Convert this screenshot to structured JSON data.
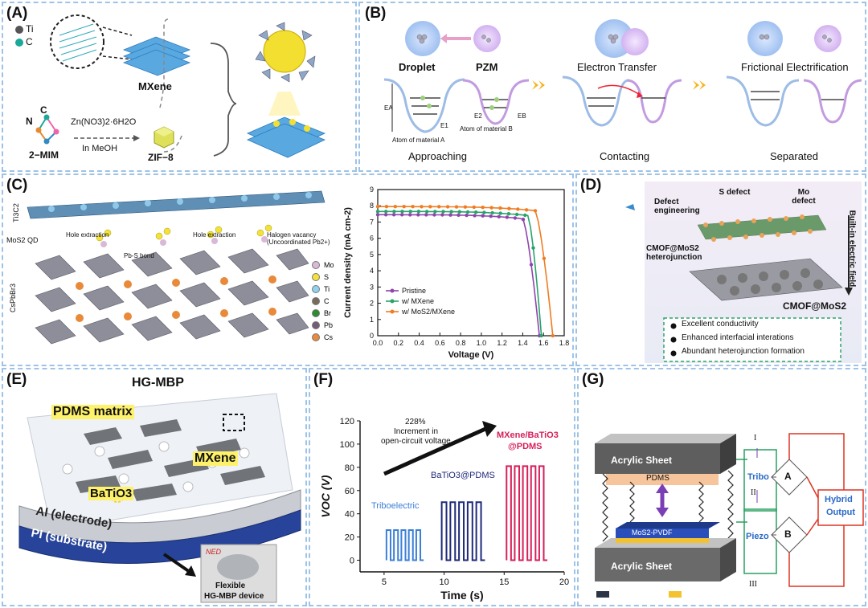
{
  "panels": {
    "A": {
      "label": "(A)",
      "ti": "Ti",
      "c": "C",
      "mxene": "MXene",
      "n": "N",
      "c2": "C",
      "reagent": "Zn(NO3)2·6H2O",
      "solvent": "In MeOH",
      "mim": "2−MIM",
      "zif": "ZIF−8"
    },
    "B": {
      "label": "(B)",
      "droplet": "Droplet",
      "pzm": "PZM",
      "electron_transfer": "Electron Transfer",
      "frictional": "Frictional Electrification",
      "atom_a": "Atom of material A",
      "atom_b": "Atom of material B",
      "approaching": "Approaching",
      "contacting": "Contacting",
      "separated": "Separated",
      "ea": "EA",
      "e1": "E1",
      "e2": "E2",
      "eb": "EB"
    },
    "C": {
      "label": "(C)",
      "ti3c2": "Ti3C2",
      "mos2qd": "MoS2 QD",
      "cspbbr3": "CsPbBr3",
      "hole1": "Hole extraction",
      "hole2": "Hole extraction",
      "pbs": "Pb-S bond",
      "halogen": "Halogen vacancy (Uncoordinated Pb2+)",
      "legend": [
        {
          "name": "Mo",
          "color": "#d9b8d8"
        },
        {
          "name": "S",
          "color": "#f2e23a"
        },
        {
          "name": "Ti",
          "color": "#8fd3ef"
        },
        {
          "name": "C",
          "color": "#7a6a5a"
        },
        {
          "name": "Br",
          "color": "#2e8b2e"
        },
        {
          "name": "Pb",
          "color": "#7a5a7a"
        },
        {
          "name": "Cs",
          "color": "#e88a3a"
        }
      ]
    },
    "D": {
      "label": "(D)",
      "defect_eng": "Defect engineering",
      "s_defect": "S defect",
      "mo_defect": "Mo defect",
      "hetero": "CMOF@MoS2 heterojunction",
      "builtin": "Built-in electric field",
      "cmof": "CMOF@MoS2",
      "bullets": [
        "Excellent conductivity",
        "Enhanced interfacial interations",
        "Abundant heterojunction formation"
      ]
    },
    "E": {
      "label": "(E)",
      "title": "HG-MBP",
      "pdms": "PDMS matrix",
      "mxene": "MXene",
      "batio3": "BaTiO3",
      "al": "Al (electrode)",
      "pi": "PI (substrate)",
      "flex1": "Flexible",
      "flex2": "HG-MBP device",
      "ned": "NED"
    },
    "F": {
      "label": "(F)",
      "anno1": "228%",
      "anno2": "Increment in",
      "anno3": "open-circuit voltage",
      "tribo": "Triboelectric",
      "batio3pdms": "BaTiO3@PDMS",
      "mx1": "MXene/BaTiO3",
      "mx2": "@PDMS"
    },
    "G": {
      "label": "(G)",
      "acrylic_top": "Acrylic Sheet",
      "acrylic_bottom": "Acrylic Sheet",
      "pdms": "PDMS",
      "mos2pvdf": "MoS2-PVDF",
      "tribo": "Tribo",
      "piezo": "Piezo",
      "hybrid1": "Hybrid",
      "hybrid2": "Output",
      "a": "A",
      "b": "B",
      "r1": "I",
      "r2": "II",
      "r3": "III"
    }
  },
  "chart_data": [
    {
      "type": "line",
      "panel": "C",
      "xlabel": "Voltage (V)",
      "ylabel": "Current density (mA cm-2)",
      "xlim": [
        0.0,
        1.8
      ],
      "ylim": [
        0,
        9
      ],
      "xticks": [
        "0.0",
        "0.2",
        "0.4",
        "0.6",
        "0.8",
        "1.0",
        "1.2",
        "1.4",
        "1.6",
        "1.8"
      ],
      "yticks": [
        "0",
        "1",
        "2",
        "3",
        "4",
        "5",
        "6",
        "7",
        "8",
        "9"
      ],
      "legend_position": "bottom-left",
      "series": [
        {
          "name": "Pristine",
          "color": "#8e44ad",
          "jsc": 7.45,
          "voc": 1.56,
          "knee": 1.4
        },
        {
          "name": "w/ MXene",
          "color": "#27a36a",
          "jsc": 7.65,
          "voc": 1.58,
          "knee": 1.45
        },
        {
          "name": "w/ MoS2/MXene",
          "color": "#f07c22",
          "jsc": 7.95,
          "voc": 1.69,
          "knee": 1.52
        }
      ]
    },
    {
      "type": "line",
      "panel": "F",
      "xlabel": "Time (s)",
      "ylabel": "VOC (V)",
      "xlim": [
        3,
        20
      ],
      "ylim": [
        -10,
        120
      ],
      "xticks": [
        "5",
        "10",
        "15",
        "20"
      ],
      "yticks": [
        "0",
        "20",
        "40",
        "60",
        "80",
        "100",
        "120"
      ],
      "series": [
        {
          "name": "Triboelectric",
          "color": "#3b7fd6",
          "t_start": 5.2,
          "t_end": 8.3,
          "amplitude": 26,
          "pulses": 5
        },
        {
          "name": "BaTiO3@PDMS",
          "color": "#1e2a78",
          "t_start": 9.8,
          "t_end": 13.4,
          "amplitude": 50,
          "pulses": 5
        },
        {
          "name": "MXene/BaTiO3@PDMS",
          "color": "#d6205a",
          "t_start": 15.2,
          "t_end": 18.6,
          "amplitude": 81,
          "pulses": 5
        }
      ]
    }
  ]
}
